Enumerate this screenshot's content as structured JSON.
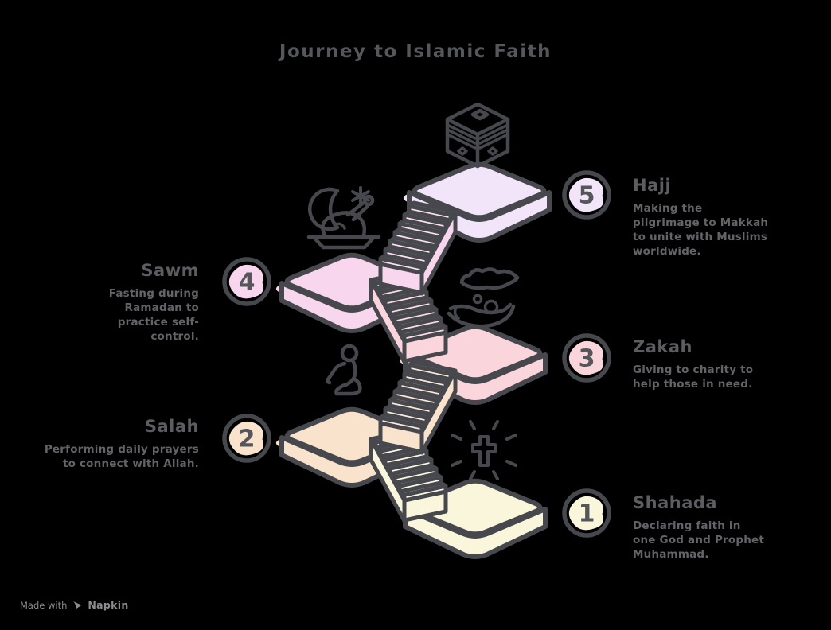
{
  "title": "Journey to Islamic Faith",
  "background_color": "#000000",
  "outline_color": "#47484d",
  "text_colors": {
    "heading": "#5c5d61",
    "body": "#636468",
    "badge_number": "#55565a"
  },
  "steps": [
    {
      "number": "1",
      "name": "Shahada",
      "description": "Declaring faith in one God and Prophet Muhammad.",
      "color": "#faf6dc",
      "icon": "radiant-cross-icon",
      "side": "right"
    },
    {
      "number": "2",
      "name": "Salah",
      "description": "Performing daily prayers to connect with Allah.",
      "color": "#fae3cd",
      "icon": "praying-person-icon",
      "side": "left"
    },
    {
      "number": "3",
      "name": "Zakah",
      "description": "Giving to charity to help those in need.",
      "color": "#fad6dc",
      "icon": "giving-hands-icon",
      "side": "right"
    },
    {
      "number": "4",
      "name": "Sawm",
      "description": "Fasting during Ramadan to practice self-control.",
      "color": "#f8d7ee",
      "icon": "crescent-and-iftar-meal-icon",
      "side": "left"
    },
    {
      "number": "5",
      "name": "Hajj",
      "description": "Making the pilgrimage to Makkah to unite with Muslims worldwide.",
      "color": "#f2e4f9",
      "icon": "kaaba-icon",
      "side": "right"
    }
  ],
  "footer": {
    "made_with": "Made with",
    "brand": "Napkin"
  }
}
